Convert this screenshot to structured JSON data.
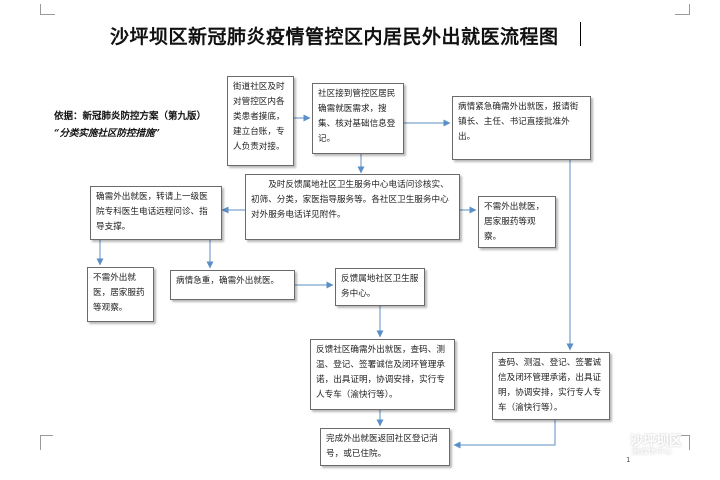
{
  "title": "沙坪坝区新冠肺炎疫情管控区内居民外出就医流程图",
  "basis": {
    "line1": "依据：新冠肺炎防控方案（第九版）",
    "line2": "“分类实施社区防控措施”"
  },
  "boxes": {
    "street_community": "街道社区及时对管控区内各类患者摸底，建立台账，专人负责对接。",
    "community_receive": "社区接到管控区居民确需就医需求，搜集、核对基础信息登记。",
    "urgent_approval": "病情紧急确需外出就医，报请街镇长、主任、书记直接批准外出。",
    "health_center_feedback": "及时反馈属地社区卫生服务中心电话问诊核实、初筛、分类，家医指导服务等。各社区卫生服务中心对外服务电话详见附件。",
    "need_out_referral": "确需外出就医，转请上一级医院专科医生电话远程问诊、指导支撑。",
    "no_need_home_right": "不需外出就医，居家服药等观察。",
    "no_need_home_left": "不需外出就医，居家服药等观察。",
    "emergency": "病情急重，确需外出就医。",
    "feedback_community_center": "反馈属地社区卫生服务中心。",
    "feedback_procedures": "反馈社区确需外出就医，查码、测温、登记、签署诚信及闭环管理承诺，出具证明，协调安排，实行专人专车（渝快行等）。",
    "urgent_procedures": "查码、测温、登记、签署诚信及闭环管理承诺，出具证明，协调安排，实行专人专车（渝快行等）。",
    "complete_return": "完成外出就医返回社区登记消号，或已住院。"
  },
  "watermark": {
    "name": "沙坪坝区",
    "sub": "融媒体中心"
  },
  "page_number": "1",
  "colors": {
    "arrow": "#5b8fc7",
    "box_border": "#6b6b6b",
    "watermark": "#4aa0dc"
  }
}
